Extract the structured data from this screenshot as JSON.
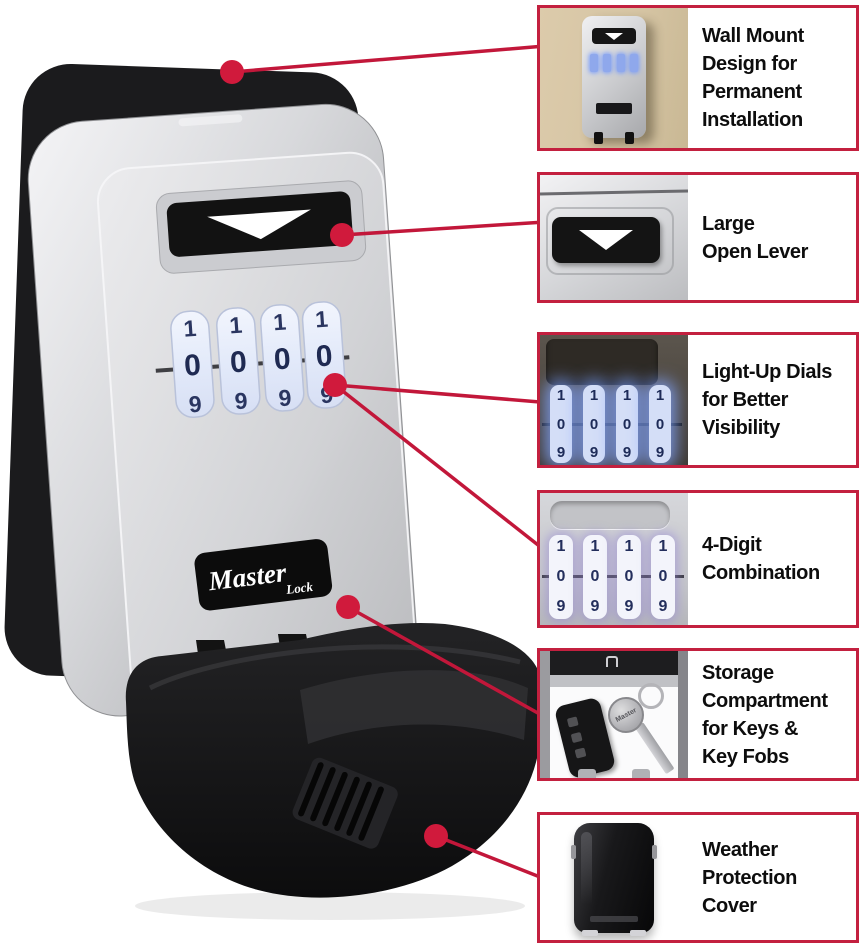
{
  "accent": {
    "red_line": "#c2173a",
    "red_dot": "#d01a3c",
    "red_border": "#c3203f"
  },
  "product": {
    "brand_line1": "Master",
    "brand_line2": "Lock",
    "dial_digits": [
      "1",
      "0",
      "9"
    ],
    "dial_count": 4,
    "key_engraving": "Master"
  },
  "callouts": [
    {
      "id": "wall-mount",
      "label_lines": [
        "Wall Mount",
        "Design for",
        "Permanent",
        "Installation"
      ],
      "thumb": "wall-mounted-lockbox-photo"
    },
    {
      "id": "open-lever",
      "label_lines": [
        "Large",
        "Open Lever"
      ],
      "thumb": "open-lever-closeup-photo"
    },
    {
      "id": "light-up-dials",
      "label_lines": [
        "Light-Up Dials",
        "for Better",
        "Visibility"
      ],
      "thumb": "glowing-dials-photo"
    },
    {
      "id": "combination",
      "label_lines": [
        "4-Digit",
        "Combination"
      ],
      "thumb": "combination-dials-photo"
    },
    {
      "id": "storage",
      "label_lines": [
        "Storage",
        "Compartment",
        "for Keys &",
        "Key Fobs"
      ],
      "thumb": "open-compartment-with-keys-photo"
    },
    {
      "id": "weather-cover",
      "label_lines": [
        "Weather",
        "Protection",
        "Cover"
      ],
      "thumb": "weather-cover-photo"
    }
  ]
}
